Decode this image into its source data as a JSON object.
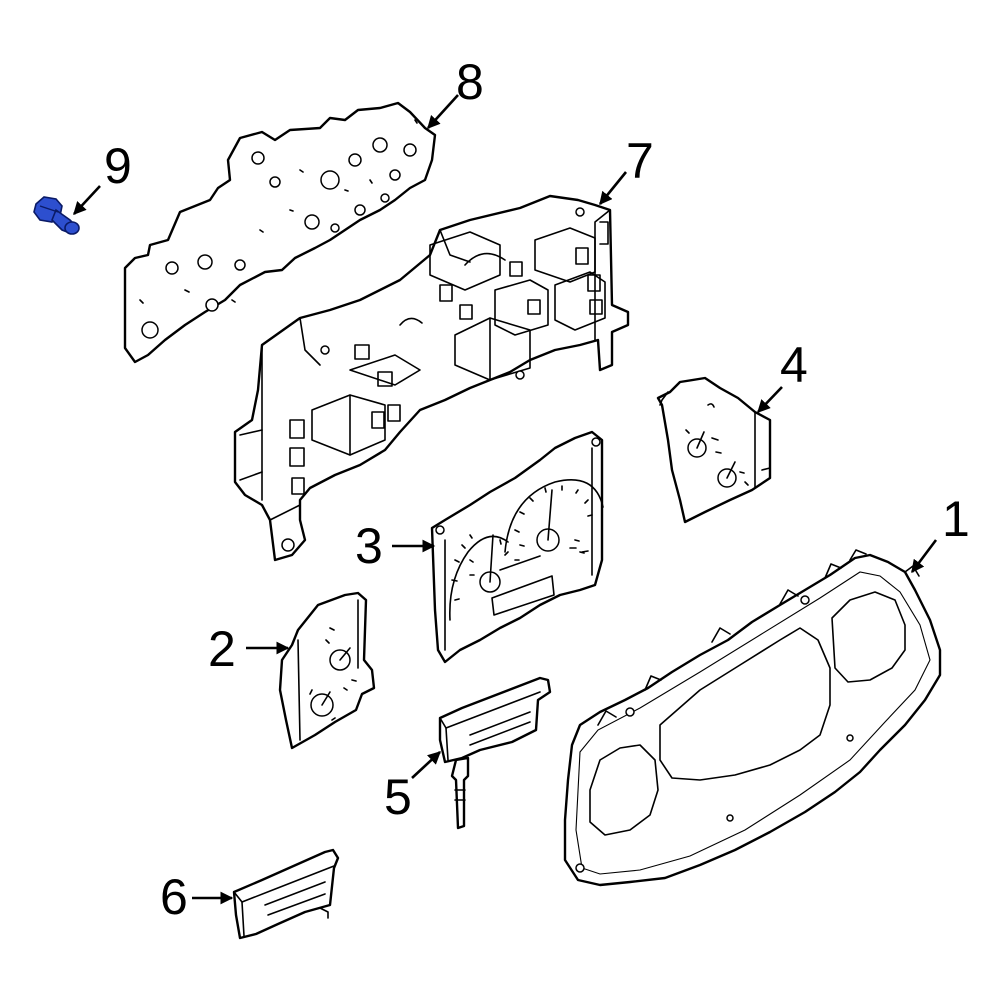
{
  "callouts": [
    {
      "id": "1",
      "label": "1"
    },
    {
      "id": "2",
      "label": "2"
    },
    {
      "id": "3",
      "label": "3"
    },
    {
      "id": "4",
      "label": "4"
    },
    {
      "id": "5",
      "label": "5"
    },
    {
      "id": "6",
      "label": "6"
    },
    {
      "id": "7",
      "label": "7"
    },
    {
      "id": "8",
      "label": "8"
    },
    {
      "id": "9",
      "label": "9"
    }
  ],
  "colors": {
    "line": "#000000",
    "background": "#ffffff",
    "highlight_part": "#2d4fcf"
  }
}
